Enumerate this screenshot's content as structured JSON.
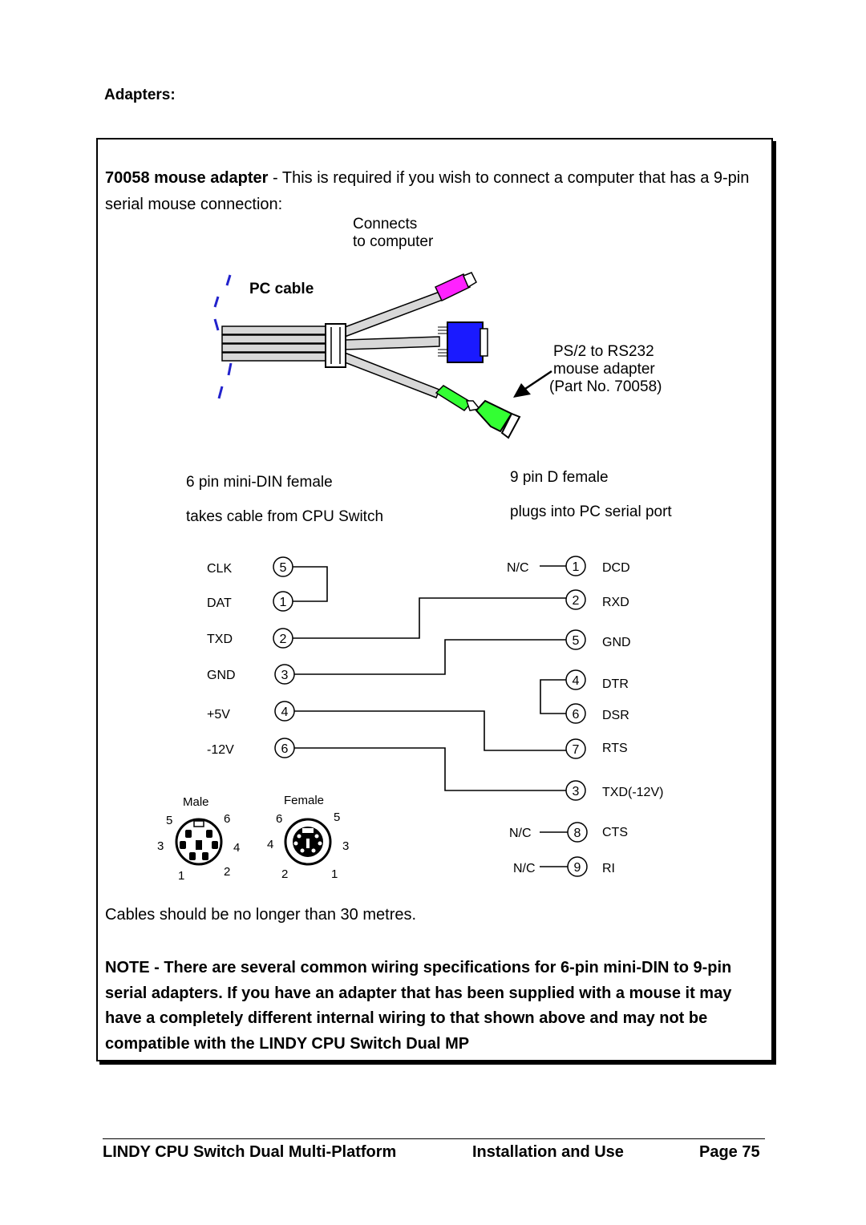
{
  "heading": "Adapters:",
  "intro": {
    "bold": "70058 mouse adapter",
    "text": " - This is required if you wish to connect a computer that has a 9-pin serial mouse connection:"
  },
  "cable_diagram": {
    "connects_line1": "Connects",
    "connects_line2": "to computer",
    "pc_cable": "PC cable",
    "adapter_line1": "PS/2 to RS232",
    "adapter_line2": "mouse adapter",
    "adapter_line3": "(Part No. 70058)",
    "colors": {
      "magenta": "#ff22ff",
      "blue": "#1a1aff",
      "green": "#33ff33",
      "dash": "#2222cc"
    }
  },
  "wiring": {
    "left_title1": "6 pin mini-DIN female",
    "left_title2": "takes cable from CPU Switch",
    "right_title1": "9 pin D female",
    "right_title2": "plugs into PC serial port",
    "left_pins": [
      {
        "label": "CLK",
        "pin": "5"
      },
      {
        "label": "DAT",
        "pin": "1"
      },
      {
        "label": "TXD",
        "pin": "2"
      },
      {
        "label": "GND",
        "pin": "3"
      },
      {
        "label": "+5V",
        "pin": "4"
      },
      {
        "label": "-12V",
        "pin": "6"
      }
    ],
    "right_pins": [
      {
        "pre": "N/C",
        "pin": "1",
        "label": "DCD"
      },
      {
        "pre": "",
        "pin": "2",
        "label": "RXD"
      },
      {
        "pre": "",
        "pin": "5",
        "label": "GND"
      },
      {
        "pre": "",
        "pin": "4",
        "label": "DTR"
      },
      {
        "pre": "",
        "pin": "6",
        "label": "DSR"
      },
      {
        "pre": "",
        "pin": "7",
        "label": "RTS"
      },
      {
        "pre": "",
        "pin": "3",
        "label": "TXD(-12V)"
      },
      {
        "pre": "N/C",
        "pin": "8",
        "label": "CTS"
      },
      {
        "pre": "N/C",
        "pin": "9",
        "label": "RI"
      }
    ],
    "male": {
      "title": "Male",
      "n5": "5",
      "n6": "6",
      "n3": "3",
      "n4": "4",
      "n1": "1",
      "n2": "2"
    },
    "female": {
      "title": "Female",
      "n6": "6",
      "n5": "5",
      "n4": "4",
      "n3": "3",
      "n2": "2",
      "n1": "1"
    }
  },
  "cables_note": "Cables should be no longer than 30 metres.",
  "note": "NOTE - There are several common wiring specifications for 6-pin mini-DIN to 9-pin serial adapters. If you have an adapter that has been supplied with a mouse it may have a completely different internal wiring to that shown above and may not be compatible with the LINDY CPU Switch Dual MP",
  "footer": {
    "left": "LINDY CPU Switch Dual Multi-Platform",
    "center": "Installation and Use",
    "right": "Page 75"
  }
}
